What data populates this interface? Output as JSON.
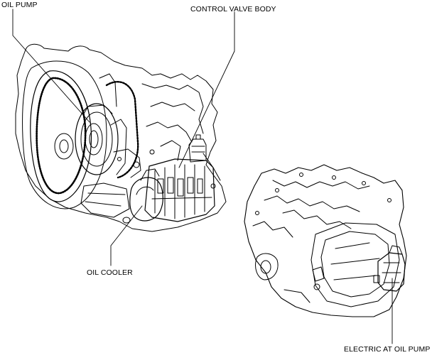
{
  "labels": {
    "oil_pump": "OIL PUMP",
    "control_valve_body": "CONTROL VALVE BODY",
    "oil_cooler": "OIL COOLER",
    "electric_at_oil_pump": "ELECTRIC AT OIL PUMP"
  },
  "colors": {
    "line": "#000000",
    "background": "#ffffff"
  }
}
